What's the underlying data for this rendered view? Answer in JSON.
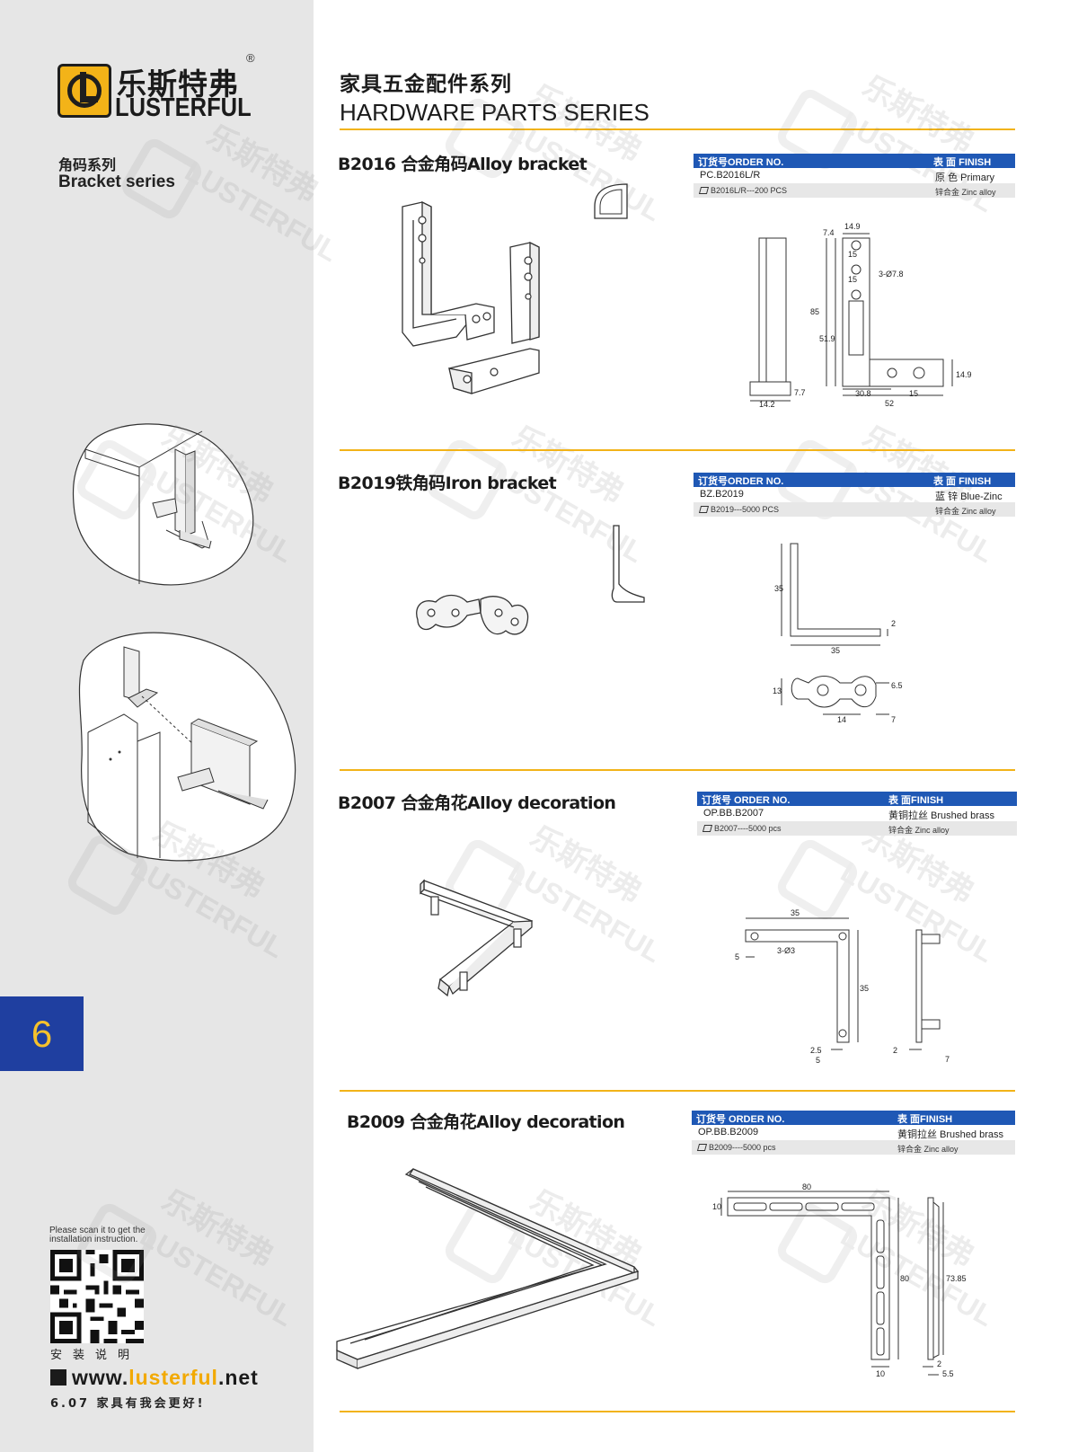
{
  "brand": {
    "name_cn": "乐斯特弗",
    "name_en": "LUSTERFUL",
    "registered": "®"
  },
  "header": {
    "title_cn": "家具五金配件系列",
    "title_en": "HARDWARE PARTS SERIES"
  },
  "sidebar": {
    "series_cn": "角码系列",
    "series_en": "Bracket series",
    "page_number": "6",
    "qr_caption": "Please scan it to get the installation instruction.",
    "qr_label": "安装说明",
    "website_prefix": "www.",
    "website_brand": "lusterful",
    "website_suffix": ".net",
    "footer_note": "6.07 家具有我会更好!"
  },
  "colors": {
    "sidebar_bg": "#e6e6e6",
    "table_header": "#1f58b5",
    "page_tab": "#1f3fa0",
    "page_tab_text": "#f6c12c",
    "rule": "#f2b318",
    "logo_yellow": "#f3b318"
  },
  "products": [
    {
      "title": "B2016 合金角码Alloy bracket",
      "order_header": "订货号ORDER NO.",
      "finish_header": "表 面 FINISH",
      "order_no": "PC.B2016L/R",
      "finish": "原 色 Primary",
      "package": "B2016L/R---200 PCS",
      "material": "锌合金 Zinc alloy",
      "dims": {
        "a": "14.9",
        "b": "7.4",
        "c": "15",
        "d": "15",
        "e": "3-Ø7.8",
        "f": "85",
        "g": "51.9",
        "h": "14.9",
        "i": "30.8",
        "j": "15",
        "k": "52",
        "l": "14.2",
        "m": "7.7"
      }
    },
    {
      "title": "B2019铁角码Iron bracket",
      "order_header": "订货号ORDER NO.",
      "finish_header": "表 面 FINISH",
      "order_no": "BZ.B2019",
      "finish": "蓝 锌 Blue-Zinc",
      "package": "B2019---5000 PCS",
      "material": "锌合金 Zinc alloy",
      "dims": {
        "a": "35",
        "b": "35",
        "c": "2",
        "d": "13",
        "e": "6.5",
        "f": "14",
        "g": "7"
      }
    },
    {
      "title": "B2007 合金角花Alloy decoration",
      "order_header": "订货号 ORDER NO.",
      "finish_header": "表 面FINISH",
      "order_no": "OP.BB.B2007",
      "finish": "黄铜拉丝 Brushed brass",
      "package": "B2007----5000 pcs",
      "material": "锌合金  Zinc alloy",
      "dims": {
        "a": "35",
        "b": "3-Ø3",
        "c": "5",
        "d": "35",
        "e": "2.5",
        "f": "5",
        "g": "2",
        "h": "7"
      }
    },
    {
      "title": "B2009 合金角花Alloy decoration",
      "order_header": "订货号 ORDER NO.",
      "finish_header": "表 面FINISH",
      "order_no": "OP.BB.B2009",
      "finish": "黄铜拉丝 Brushed brass",
      "package": "B2009----5000 pcs",
      "material": "锌合金  Zinc alloy",
      "dims": {
        "a": "80",
        "b": "10",
        "c": "80",
        "d": "73.85",
        "e": "10",
        "f": "2",
        "g": "5.5"
      }
    }
  ]
}
